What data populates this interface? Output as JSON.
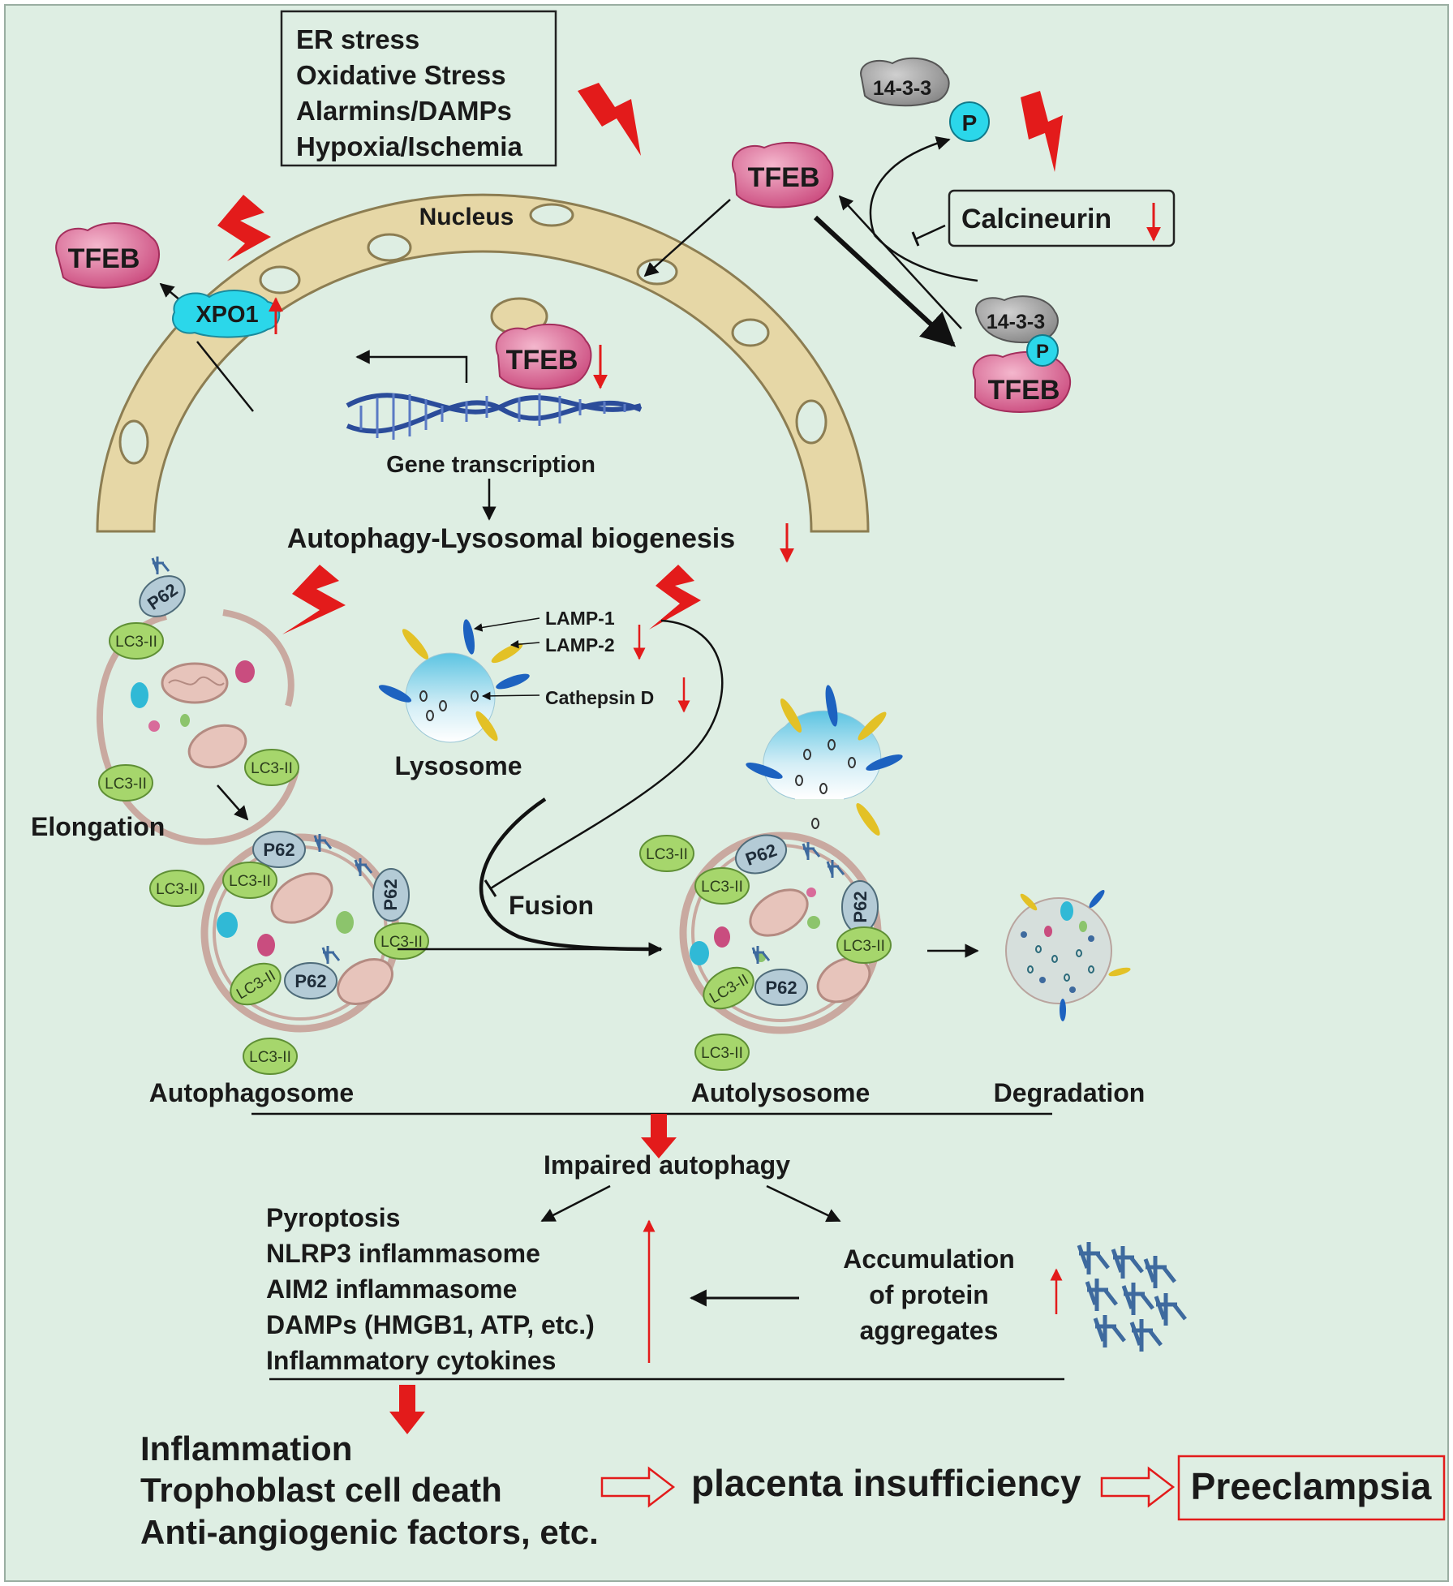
{
  "stress_box": [
    "ER stress",
    "Oxidative Stress",
    "Alarmins/DAMPs",
    "Hypoxia/Ischemia"
  ],
  "nucleus_label": "Nucleus",
  "tfeb": "TFEB",
  "xpo1": "XPO1",
  "protein_14_3_3": "14-3-3",
  "phospho": "P",
  "calcineurin": "Calcineurin",
  "gene_transcription": "Gene transcription",
  "biogenesis": "Autophagy-Lysosomal biogenesis",
  "lamp1": "LAMP-1",
  "lamp2": "LAMP-2",
  "cathepsin": "Cathepsin D",
  "lysosome": "Lysosome",
  "lc3": "LC3-II",
  "p62": "P62",
  "elongation": "Elongation",
  "fusion": "Fusion",
  "autophagosome": "Autophagosome",
  "autolysosome": "Autolysosome",
  "degradation": "Degradation",
  "impaired": "Impaired autophagy",
  "left_list": [
    "Pyroptosis",
    "NLRP3 inflammasome",
    "AIM2 inflammasome",
    "DAMPs (HMGB1, ATP, etc.)",
    "Inflammatory cytokines"
  ],
  "accumulation": [
    "Accumulation",
    "of protein",
    "aggregates"
  ],
  "outcomes": [
    "Inflammation",
    "Trophoblast cell death",
    "Anti-angiogenic factors, etc."
  ],
  "placenta": "placenta insufficiency",
  "preeclampsia": "Preeclampsia",
  "colors": {
    "background": "#deeee3",
    "nucleus": "#e6d7a6",
    "tfeb": "#dd6f9a",
    "lc3": "#a6d66c",
    "p62": "#b4cbd6",
    "alert": "#e31b1b"
  }
}
